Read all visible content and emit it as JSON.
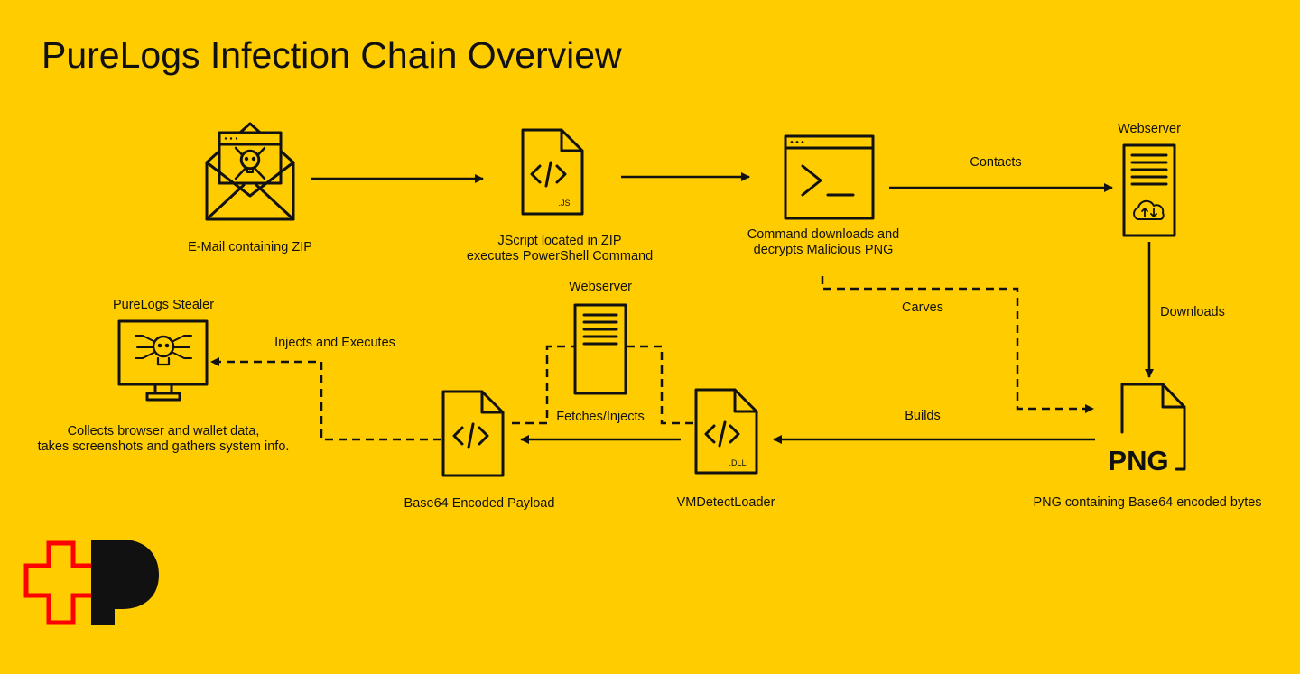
{
  "title": "PureLogs Infection Chain Overview",
  "nodes": {
    "email": {
      "caption": "E-Mail containing ZIP",
      "icon": "malicious-email-icon"
    },
    "jscript": {
      "caption_lines": [
        "JScript located in ZIP",
        "executes PowerShell Command"
      ],
      "badge": ".JS",
      "icon": "js-file-icon"
    },
    "command": {
      "caption_lines": [
        "Command downloads and",
        "decrypts Malicious PNG"
      ],
      "icon": "terminal-window-icon"
    },
    "webserver_top": {
      "label": "Webserver",
      "icon": "cloud-server-icon"
    },
    "png": {
      "caption": "PNG containing Base64 encoded bytes",
      "badge": "PNG",
      "icon": "png-file-icon"
    },
    "loader": {
      "caption": "VMDetectLoader",
      "badge": ".DLL",
      "icon": "dll-file-icon"
    },
    "webserver_mid": {
      "label": "Webserver",
      "icon": "server-icon"
    },
    "payload": {
      "caption": "Base64 Encoded Payload",
      "icon": "code-file-icon"
    },
    "stealer": {
      "label": "PureLogs Stealer",
      "caption_lines": [
        "Collects browser and wallet data,",
        "takes screenshots and gathers system info."
      ],
      "icon": "infected-monitor-icon"
    }
  },
  "edges": {
    "contacts": "Contacts",
    "downloads": "Downloads",
    "carves": "Carves",
    "builds": "Builds",
    "fetches": "Fetches/Injects",
    "injects": "Injects and Executes"
  },
  "logo": {
    "icon": "swiss-post-logo",
    "cross_color": "#FF0000",
    "letter_color": "#111111"
  },
  "colors": {
    "background": "#FFCC00",
    "ink": "#111111"
  }
}
